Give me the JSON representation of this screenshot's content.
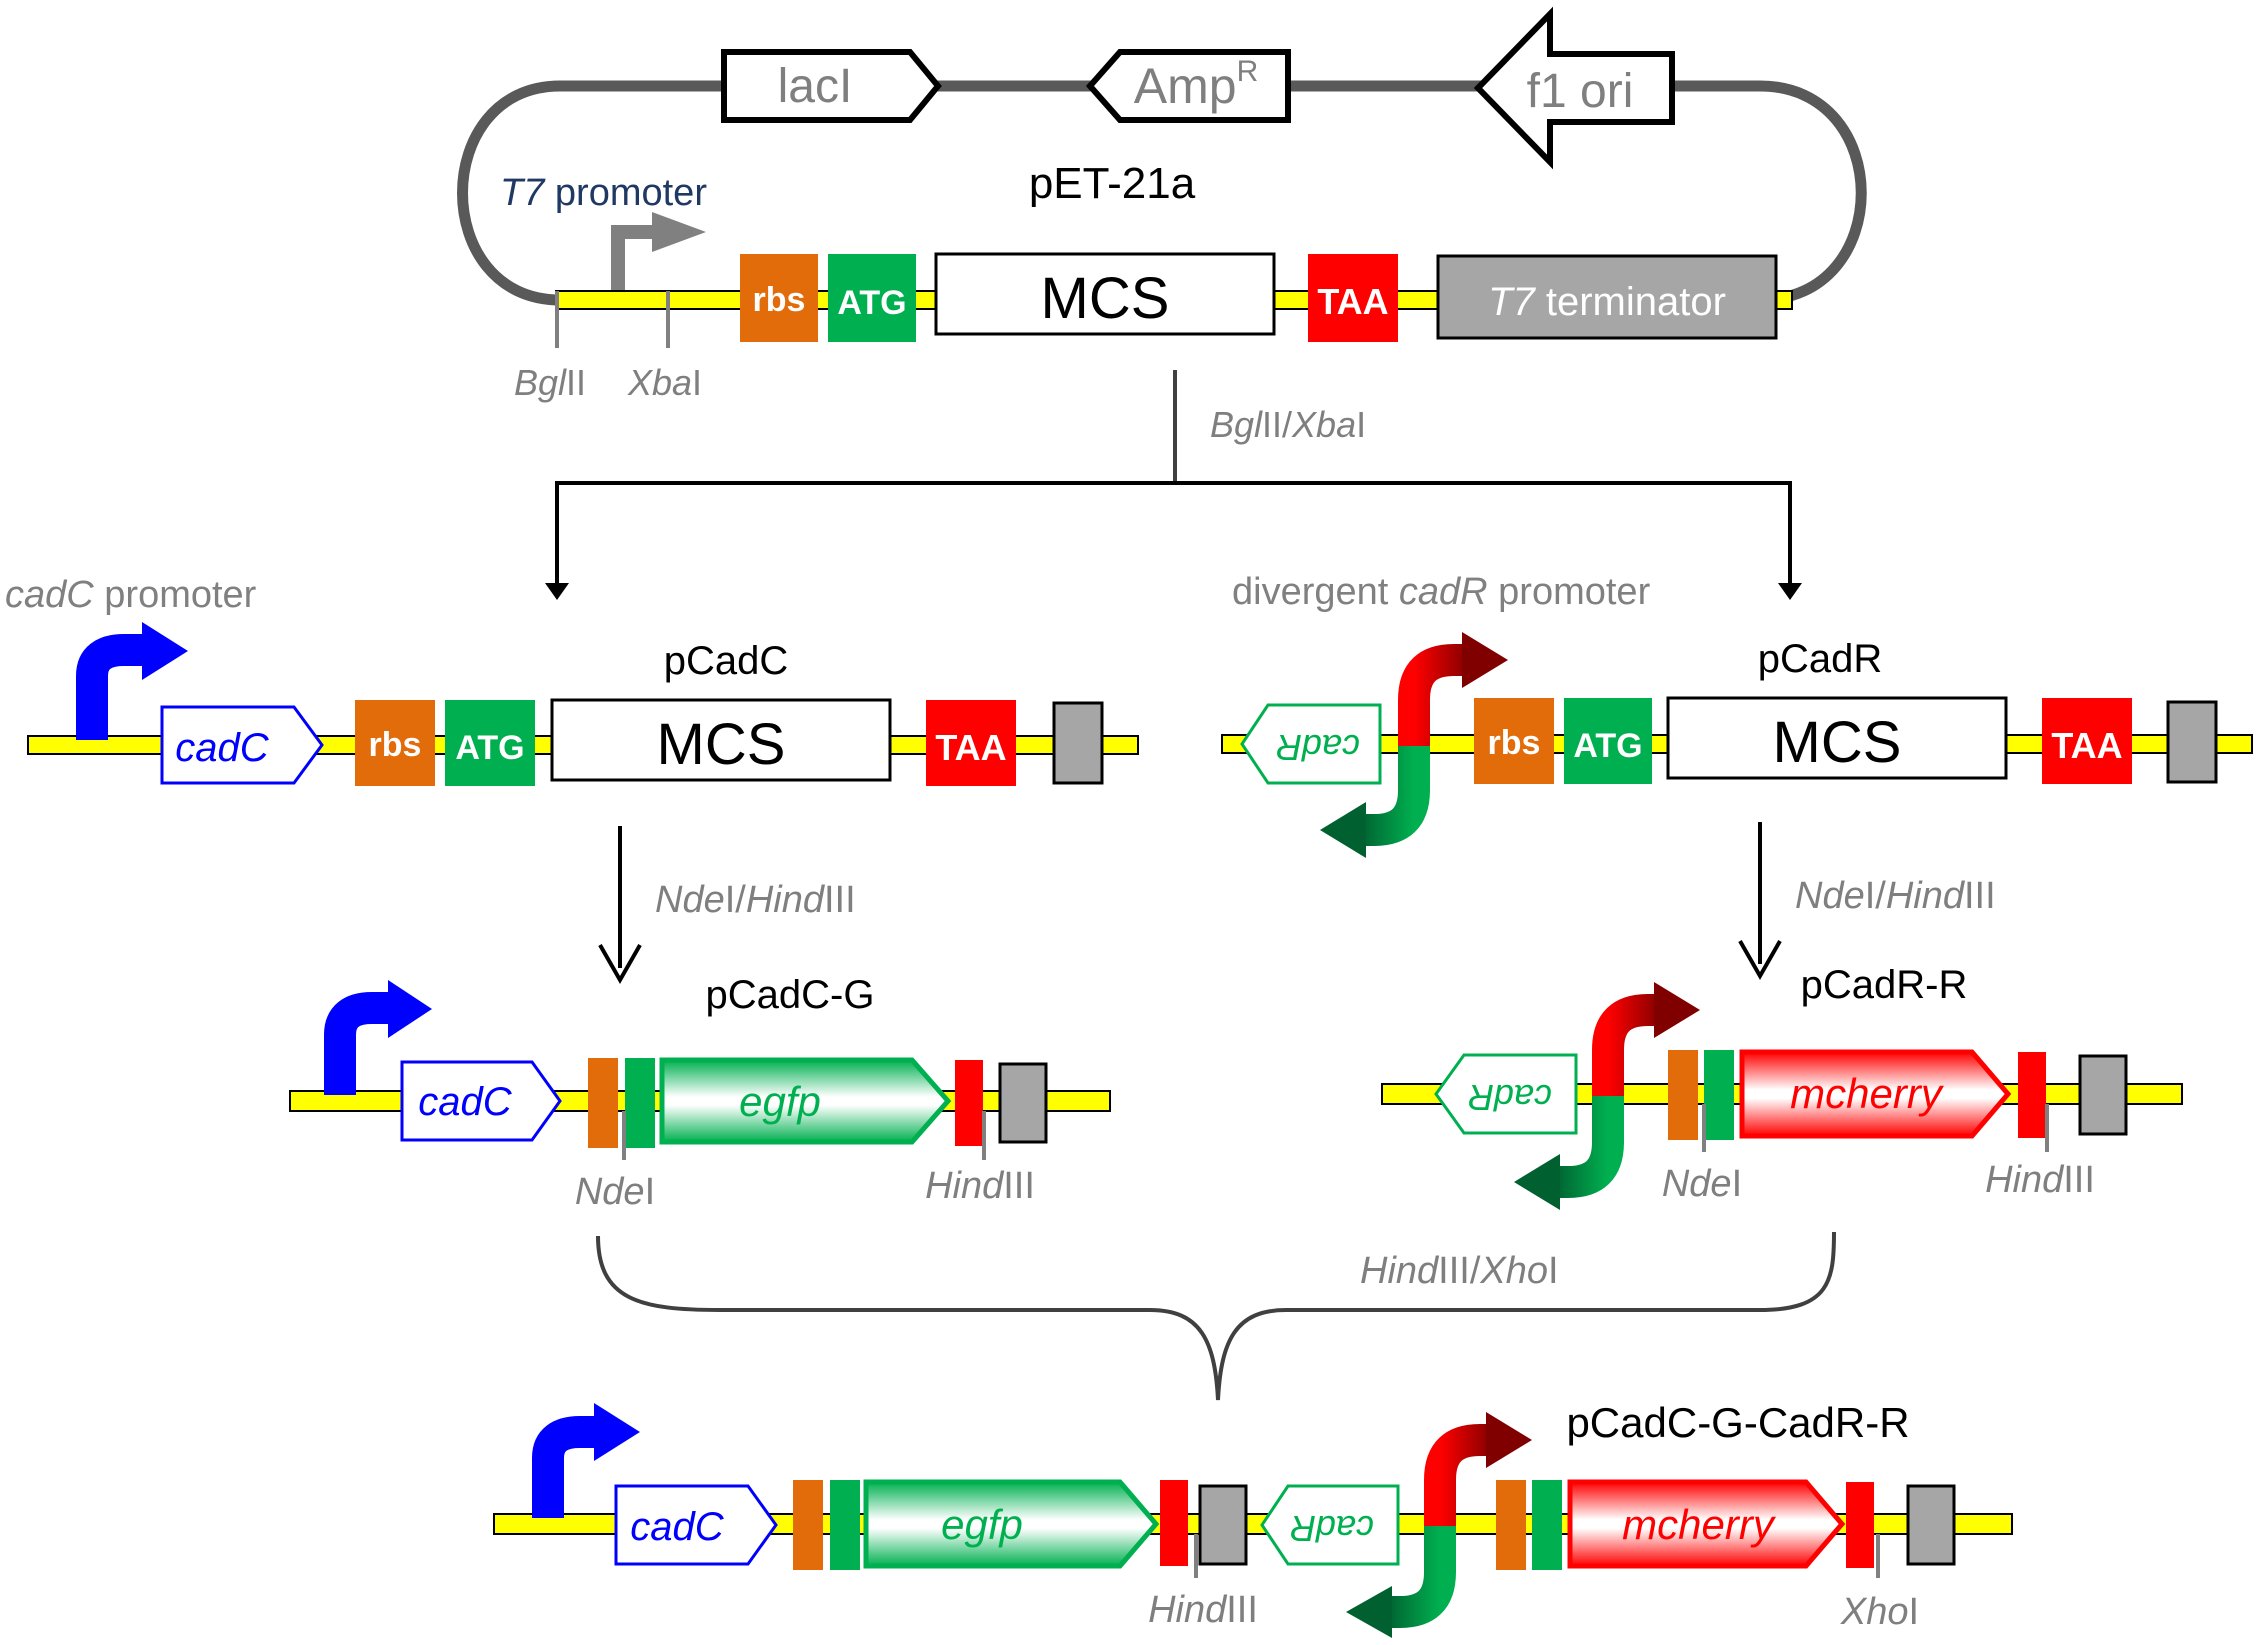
{
  "colors": {
    "backbone_yellow": "#ffff00",
    "rbs_orange": "#e36c0a",
    "atg_green": "#00b050",
    "taa_red": "#ff0000",
    "terminator_gray": "#a6a6a6",
    "plasmid_gray": "#595959",
    "cadc_blue": "#0000ff",
    "cadr_green": "#00b050",
    "mcherry_red": "#ff0000",
    "label_gray": "#808080",
    "t7_label_blue": "#1f3864"
  },
  "pet21a": {
    "name": "pET-21a",
    "lacI": "lacI",
    "amp": "Amp",
    "amp_sup": "R",
    "f1ori": "f1 ori",
    "t7_promoter_italic": "T7",
    "t7_promoter_rest": " promoter",
    "rbs": "rbs",
    "atg": "ATG",
    "mcs": "MCS",
    "taa": "TAA",
    "terminator_italic": "T7",
    "terminator_rest": " terminator",
    "site1_italic": "Bgl",
    "site1_rest": "II",
    "site2_italic": "Xba",
    "site2_rest": "I"
  },
  "step1": {
    "enzyme1_italic": "Bgl",
    "enzyme1_rest": "II/",
    "enzyme2_italic": "Xba",
    "enzyme2_rest": "I"
  },
  "pcadc": {
    "promoter_italic": "cadC",
    "promoter_rest": " promoter",
    "name": "pCadC",
    "gene": "cadC",
    "rbs": "rbs",
    "atg": "ATG",
    "mcs": "MCS",
    "taa": "TAA"
  },
  "pcadr": {
    "promoter_pre": "divergent ",
    "promoter_italic": "cadR",
    "promoter_rest": " promoter",
    "name": "pCadR",
    "gene": "cadR",
    "rbs": "rbs",
    "atg": "ATG",
    "mcs": "MCS",
    "taa": "TAA"
  },
  "step2_left": {
    "e1_italic": "Nde",
    "e1_rest": "I/",
    "e2_italic": "Hind",
    "e2_rest": "III"
  },
  "step2_right": {
    "e1_italic": "Nde",
    "e1_rest": "I/",
    "e2_italic": "Hind",
    "e2_rest": "III"
  },
  "pcadc_g": {
    "name": "pCadC-G",
    "gene": "cadC",
    "reporter": "egfp",
    "site1_italic": "Nde",
    "site1_rest": "I",
    "site2_italic": "Hind",
    "site2_rest": "III"
  },
  "pcadr_r": {
    "name": "pCadR-R",
    "gene": "cadR",
    "reporter": "mcherry",
    "site1_italic": "Nde",
    "site1_rest": "I",
    "site2_italic": "Hind",
    "site2_rest": "III"
  },
  "step3": {
    "e1_italic": "Hind",
    "e1_rest": "III/",
    "e2_italic": "Xho",
    "e2_rest": "I"
  },
  "final": {
    "name": "pCadC-G-CadR-R",
    "gene1": "cadC",
    "reporter1": "egfp",
    "gene2": "cadR",
    "reporter2": "mcherry",
    "site1_italic": "Hind",
    "site1_rest": "III",
    "site2_italic": "Xho",
    "site2_rest": "I"
  }
}
